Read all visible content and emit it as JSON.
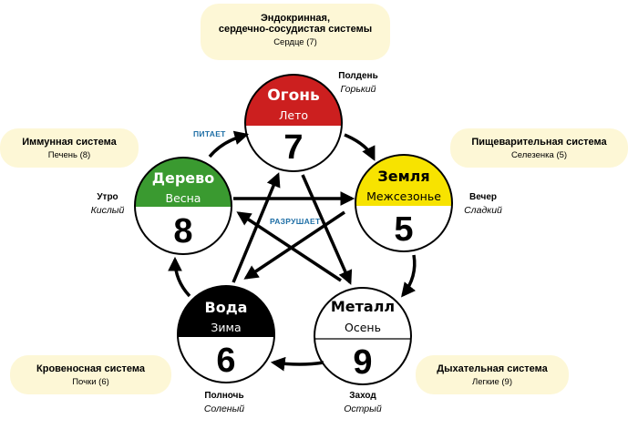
{
  "nodes": [
    {
      "key": "fire",
      "name": "Огонь",
      "season": "Лето",
      "number": "7",
      "color": "#cc1f1f",
      "textColor": "#ffffff"
    },
    {
      "key": "earth",
      "name": "Земля",
      "season": "Межсезонье",
      "number": "5",
      "color": "#f7e300",
      "textColor": "#000000"
    },
    {
      "key": "metal",
      "name": "Металл",
      "season": "Осень",
      "number": "9",
      "color": "#ffffff",
      "textColor": "#000000"
    },
    {
      "key": "water",
      "name": "Вода",
      "season": "Зима",
      "number": "6",
      "color": "#000000",
      "textColor": "#ffffff"
    },
    {
      "key": "wood",
      "name": "Дерево",
      "season": "Весна",
      "number": "8",
      "color": "#3a9a30",
      "textColor": "#ffffff"
    }
  ],
  "systems": {
    "fire": {
      "line1": "Эндокринная,",
      "line2": "сердечно-сосудистая системы",
      "organ": "Сердце (7)"
    },
    "earth": {
      "line1": "Пищеварительная система",
      "organ": "Селезенка (5)"
    },
    "metal": {
      "line1": "Дыхательная система",
      "organ": "Легкие (9)"
    },
    "water": {
      "line1": "Кровеносная система",
      "organ": "Почки (6)"
    },
    "wood": {
      "line1": "Иммунная система",
      "organ": "Печень (8)"
    }
  },
  "times": {
    "fire": {
      "time": "Полдень",
      "taste": "Горький"
    },
    "earth": {
      "time": "Вечер",
      "taste": "Сладкий"
    },
    "metal": {
      "time": "Заход",
      "taste": "Острый"
    },
    "water": {
      "time": "Полночь",
      "taste": "Соленый"
    },
    "wood": {
      "time": "Утро",
      "taste": "Кислый"
    }
  },
  "arrows": {
    "feeds": "ПИТАЕТ",
    "destroys": "РАЗРУШАЕТ"
  }
}
